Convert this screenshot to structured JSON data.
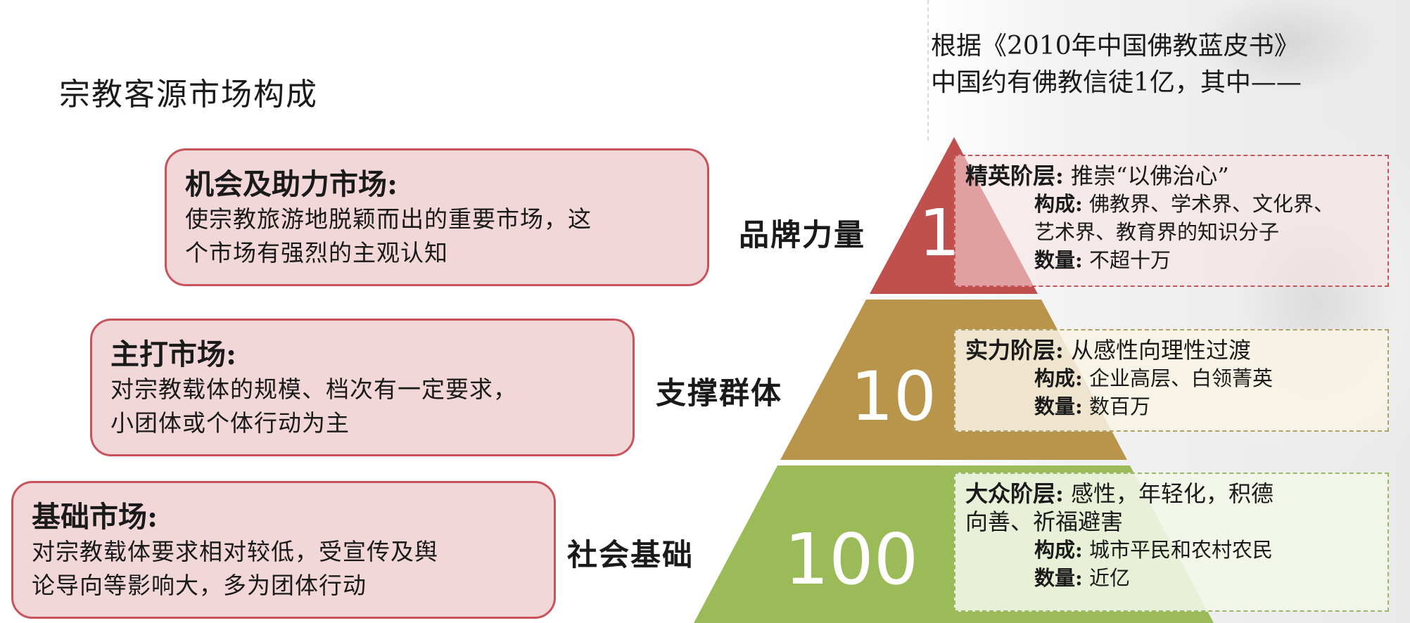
{
  "page_title": "宗教客源市场构成",
  "source_note": {
    "line1": "根据《2010年中国佛教蓝皮书》",
    "line2": "中国约有佛教信徒1亿，其中——"
  },
  "markets": [
    {
      "title": "机会及助力市场:",
      "desc1": "使宗教旅游地脱颖而出的重要市场，这",
      "desc2": "个市场有强烈的主观认知"
    },
    {
      "title": "主打市场:",
      "desc1": "对宗教载体的规模、档次有一定要求，",
      "desc2": "小团体或个体行动为主"
    },
    {
      "title": "基础市场:",
      "desc1": "对宗教载体要求相对较低，受宣传及舆",
      "desc2": "论导向等影响大，多为团体行动"
    }
  ],
  "tiers": [
    {
      "label": "品牌力量",
      "number": "1",
      "color": "#c0504d"
    },
    {
      "label": "支撑群体",
      "number": "10",
      "color": "#b8954a"
    },
    {
      "label": "社会基础",
      "number": "100",
      "color": "#9bbb59"
    }
  ],
  "info": [
    {
      "head_bold": "精英阶层:",
      "head_text": "推崇“以佛治心”",
      "comp_label": "构成:",
      "comp_text1": "佛教界、学术界、文化界、",
      "comp_text2": "艺术界、教育界的知识分子",
      "qty_label": "数量:",
      "qty_text": "不超十万"
    },
    {
      "head_bold": "实力阶层:",
      "head_text": "从感性向理性过渡",
      "comp_label": "构成:",
      "comp_text1": "企业高层、白领菁英",
      "qty_label": "数量:",
      "qty_text": "数百万"
    },
    {
      "head_bold": "大众阶层:",
      "head_text": "感性，年轻化，积德",
      "head_text2": "向善、祈福避害",
      "comp_label": "构成:",
      "comp_text1": "城市平民和农村农民",
      "qty_label": "数量:",
      "qty_text": "近亿"
    }
  ]
}
